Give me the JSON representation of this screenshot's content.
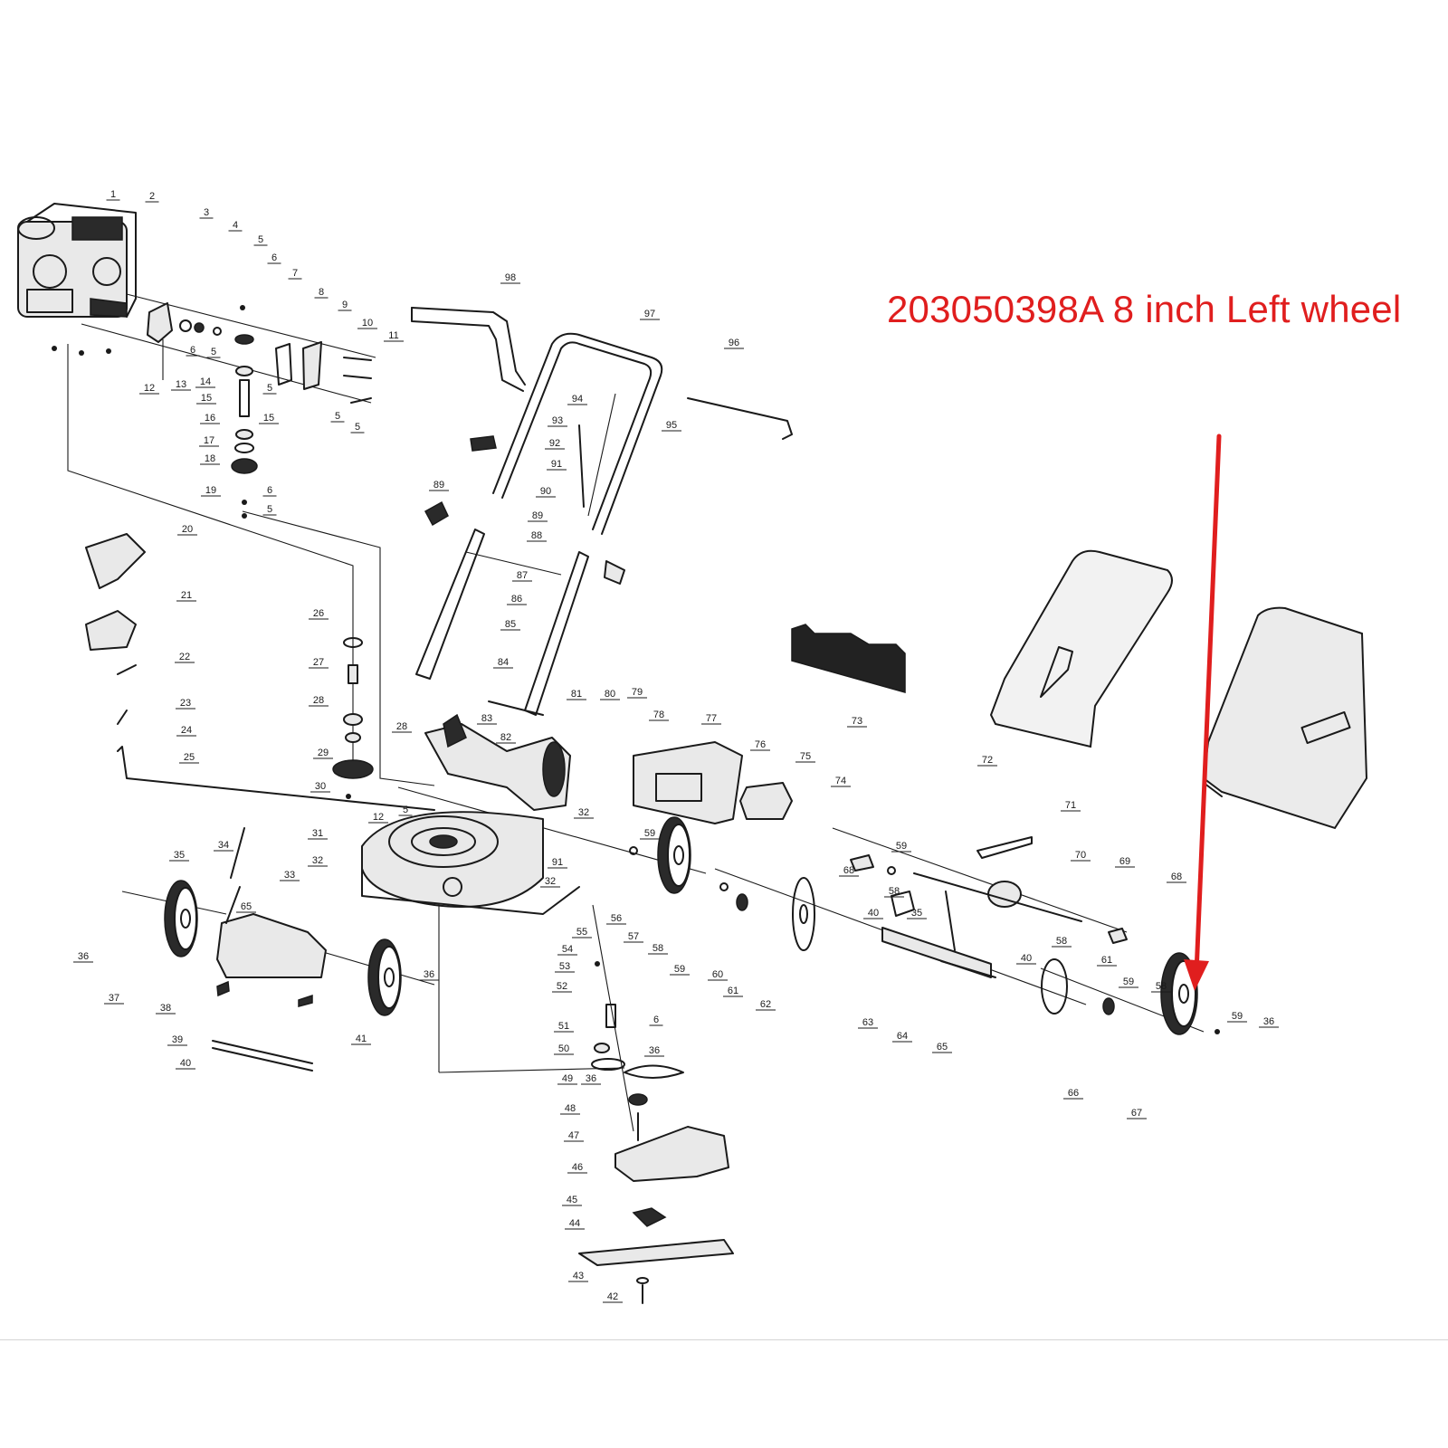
{
  "annotation": {
    "text": "203050398A 8 inch Left wheel",
    "color": "#e01e1e"
  },
  "parts": [
    {
      "label": "1"
    },
    {
      "label": "2"
    },
    {
      "label": "3"
    },
    {
      "label": "4"
    },
    {
      "label": "5"
    },
    {
      "label": "6"
    },
    {
      "label": "7"
    },
    {
      "label": "8"
    },
    {
      "label": "9"
    },
    {
      "label": "10"
    },
    {
      "label": "11"
    },
    {
      "label": "12"
    },
    {
      "label": "13"
    },
    {
      "label": "14"
    },
    {
      "label": "15"
    },
    {
      "label": "5"
    },
    {
      "label": "5"
    },
    {
      "label": "6"
    },
    {
      "label": "5"
    },
    {
      "label": "5"
    },
    {
      "label": "16"
    },
    {
      "label": "15"
    },
    {
      "label": "17"
    },
    {
      "label": "18"
    },
    {
      "label": "19"
    },
    {
      "label": "6"
    },
    {
      "label": "5"
    },
    {
      "label": "20"
    },
    {
      "label": "21"
    },
    {
      "label": "22"
    },
    {
      "label": "23"
    },
    {
      "label": "24"
    },
    {
      "label": "25"
    },
    {
      "label": "26"
    },
    {
      "label": "27"
    },
    {
      "label": "28"
    },
    {
      "label": "28"
    },
    {
      "label": "29"
    },
    {
      "label": "30"
    },
    {
      "label": "12"
    },
    {
      "label": "5"
    },
    {
      "label": "31"
    },
    {
      "label": "32"
    },
    {
      "label": "32"
    },
    {
      "label": "32"
    },
    {
      "label": "33"
    },
    {
      "label": "34"
    },
    {
      "label": "35"
    },
    {
      "label": "65"
    },
    {
      "label": "36"
    },
    {
      "label": "37"
    },
    {
      "label": "38"
    },
    {
      "label": "39"
    },
    {
      "label": "40"
    },
    {
      "label": "41"
    },
    {
      "label": "36"
    },
    {
      "label": "36"
    },
    {
      "label": "91"
    },
    {
      "label": "56"
    },
    {
      "label": "55"
    },
    {
      "label": "54"
    },
    {
      "label": "53"
    },
    {
      "label": "52"
    },
    {
      "label": "6"
    },
    {
      "label": "51"
    },
    {
      "label": "50"
    },
    {
      "label": "36"
    },
    {
      "label": "49"
    },
    {
      "label": "48"
    },
    {
      "label": "47"
    },
    {
      "label": "46"
    },
    {
      "label": "45"
    },
    {
      "label": "44"
    },
    {
      "label": "43"
    },
    {
      "label": "42"
    },
    {
      "label": "57"
    },
    {
      "label": "59"
    },
    {
      "label": "58"
    },
    {
      "label": "59"
    },
    {
      "label": "60"
    },
    {
      "label": "61"
    },
    {
      "label": "62"
    },
    {
      "label": "98"
    },
    {
      "label": "97"
    },
    {
      "label": "96"
    },
    {
      "label": "94"
    },
    {
      "label": "93"
    },
    {
      "label": "92"
    },
    {
      "label": "91"
    },
    {
      "label": "95"
    },
    {
      "label": "89"
    },
    {
      "label": "90"
    },
    {
      "label": "89"
    },
    {
      "label": "88"
    },
    {
      "label": "87"
    },
    {
      "label": "86"
    },
    {
      "label": "85"
    },
    {
      "label": "84"
    },
    {
      "label": "83"
    },
    {
      "label": "82"
    },
    {
      "label": "81"
    },
    {
      "label": "80"
    },
    {
      "label": "79"
    },
    {
      "label": "78"
    },
    {
      "label": "77"
    },
    {
      "label": "76"
    },
    {
      "label": "75"
    },
    {
      "label": "74"
    },
    {
      "label": "73"
    },
    {
      "label": "72"
    },
    {
      "label": "71"
    },
    {
      "label": "70"
    },
    {
      "label": "69"
    },
    {
      "label": "68"
    },
    {
      "label": "68"
    },
    {
      "label": "59"
    },
    {
      "label": "58"
    },
    {
      "label": "40"
    },
    {
      "label": "35"
    },
    {
      "label": "58"
    },
    {
      "label": "40"
    },
    {
      "label": "63"
    },
    {
      "label": "64"
    },
    {
      "label": "65"
    },
    {
      "label": "61"
    },
    {
      "label": "59"
    },
    {
      "label": "58"
    },
    {
      "label": "66"
    },
    {
      "label": "67"
    },
    {
      "label": "59"
    },
    {
      "label": "36"
    }
  ]
}
